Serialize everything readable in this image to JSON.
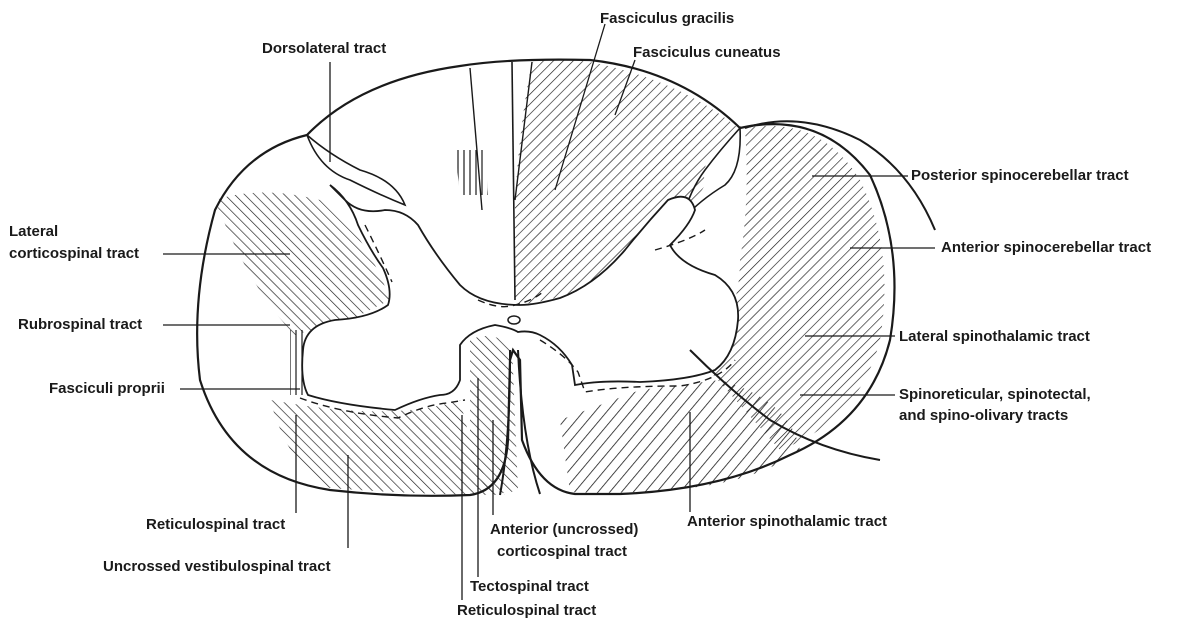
{
  "labels": {
    "fasciculus_gracilis": "Fasciculus gracilis",
    "fasciculus_cuneatus": "Fasciculus cuneatus",
    "dorsolateral_tract": "Dorsolateral tract",
    "lateral_corticospinal_1": "Lateral",
    "lateral_corticospinal_2": "corticospinal tract",
    "rubrospinal_tract": "Rubrospinal tract",
    "fasciculi_proprii": "Fasciculi proprii",
    "reticulospinal_tract_left": "Reticulospinal tract",
    "uncrossed_vestibulospinal": "Uncrossed vestibulospinal tract",
    "anterior_uncrossed_1": "Anterior (uncrossed)",
    "anterior_uncrossed_2": "corticospinal tract",
    "tectospinal_tract": "Tectospinal tract",
    "reticulospinal_tract_bottom": "Reticulospinal tract",
    "posterior_spinocerebellar": "Posterior spinocerebellar tract",
    "anterior_spinocerebellar": "Anterior spinocerebellar tract",
    "lateral_spinothalamic": "Lateral spinothalamic tract",
    "spinoreticular_1": "Spinoreticular, spinotectal,",
    "spinoreticular_2": "and spino-olivary tracts",
    "anterior_spinothalamic": "Anterior spinothalamic tract"
  },
  "colors": {
    "ink": "#1a1a1a",
    "paper": "#ffffff"
  }
}
